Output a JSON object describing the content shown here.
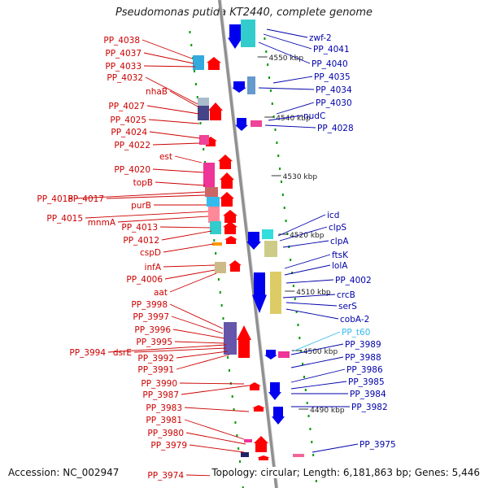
{
  "title": "Pseudomonas putida KT2440, complete genome",
  "footer": {
    "accession": "Accession: NC_002947",
    "summary": "Topology: circular; Length: 6,181,863 bp; Genes: 5,446"
  },
  "colors": {
    "left_label": "#cc0000",
    "right_label": "#0000aa",
    "highlight_label": "#33bbee",
    "forward_arrow": "#ff0000",
    "reverse_arrow": "#0000ee",
    "backbone": "#909090",
    "tick": "#009900"
  },
  "kbp_labels": [
    "4550 kbp",
    "4540 kbp",
    "4530 kbp",
    "4520 kbp",
    "4510 kbp",
    "4500 kbp",
    "4490 kbp"
  ],
  "left_labels": [
    "PP_4038",
    "PP_4037",
    "PP_4033",
    "PP_4032",
    "nhaB",
    "PP_4027",
    "PP_4025",
    "PP_4024",
    "PP_4022",
    "est",
    "PP_4020",
    "topB",
    "PP_4018",
    "PP_4017",
    "purB",
    "PP_4015",
    "mnmA",
    "PP_4013",
    "PP_4012",
    "cspD",
    "infA",
    "PP_4006",
    "aat",
    "PP_3998",
    "PP_3997",
    "PP_3996",
    "PP_3995",
    "PP_3994",
    "dsrE",
    "PP_3992",
    "PP_3991",
    "PP_3990",
    "PP_3987",
    "PP_3983",
    "PP_3981",
    "PP_3980",
    "PP_3979",
    "PP_3974"
  ],
  "right_labels": [
    "zwf-2",
    "PP_4041",
    "PP_4040",
    "PP_4035",
    "PP_4034",
    "PP_4030",
    "nudC",
    "PP_4028",
    "icd",
    "clpS",
    "clpA",
    "ftsK",
    "lolA",
    "PP_4002",
    "crcB",
    "serS",
    "cobA-2",
    "PP_t60",
    "PP_3989",
    "PP_3988",
    "PP_3986",
    "PP_3985",
    "PP_3984",
    "PP_3982",
    "PP_3975"
  ]
}
